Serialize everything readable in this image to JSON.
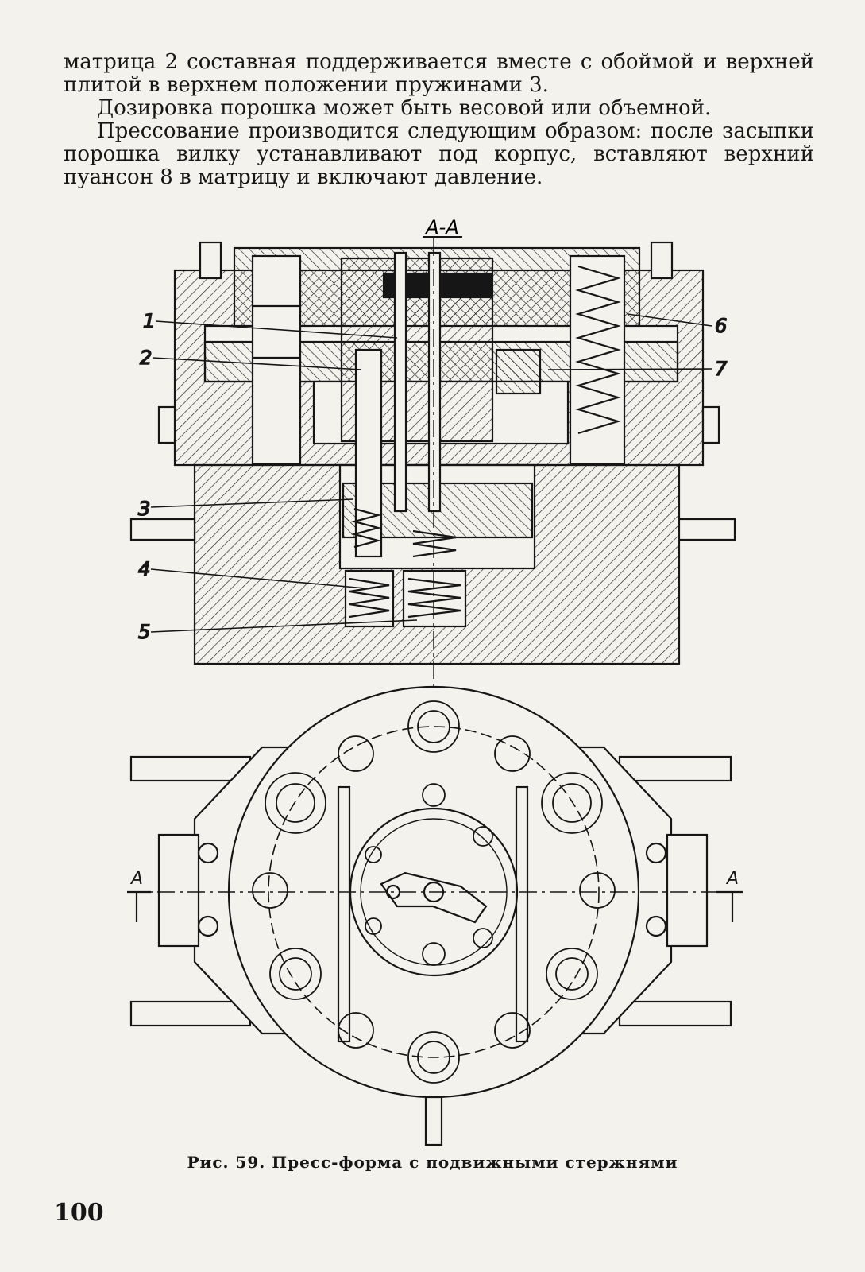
{
  "paragraphs": [
    {
      "lines": [
        "матрица 2 составная поддерживается вместе с обоймой и верхней",
        "плитой в верхнем положении пружинами 3."
      ]
    },
    {
      "lines": [
        "Дозировка порошка может быть весовой или объемной."
      ]
    },
    {
      "lines": [
        "Прессование производится следующим образом: после засыпки",
        "порошка вилку устанавливают под корпус, вставляют верхний",
        "пуансон 8 в матрицу и включают давление."
      ]
    }
  ],
  "figure": {
    "section_label": "А-А",
    "callouts": [
      "1",
      "2",
      "3",
      "4",
      "5",
      "6",
      "7"
    ],
    "cut_mark_left": "А",
    "cut_mark_right": "А",
    "caption": "Рис. 59. Пресс-форма с подвижными стержнями"
  },
  "page_number": "100"
}
